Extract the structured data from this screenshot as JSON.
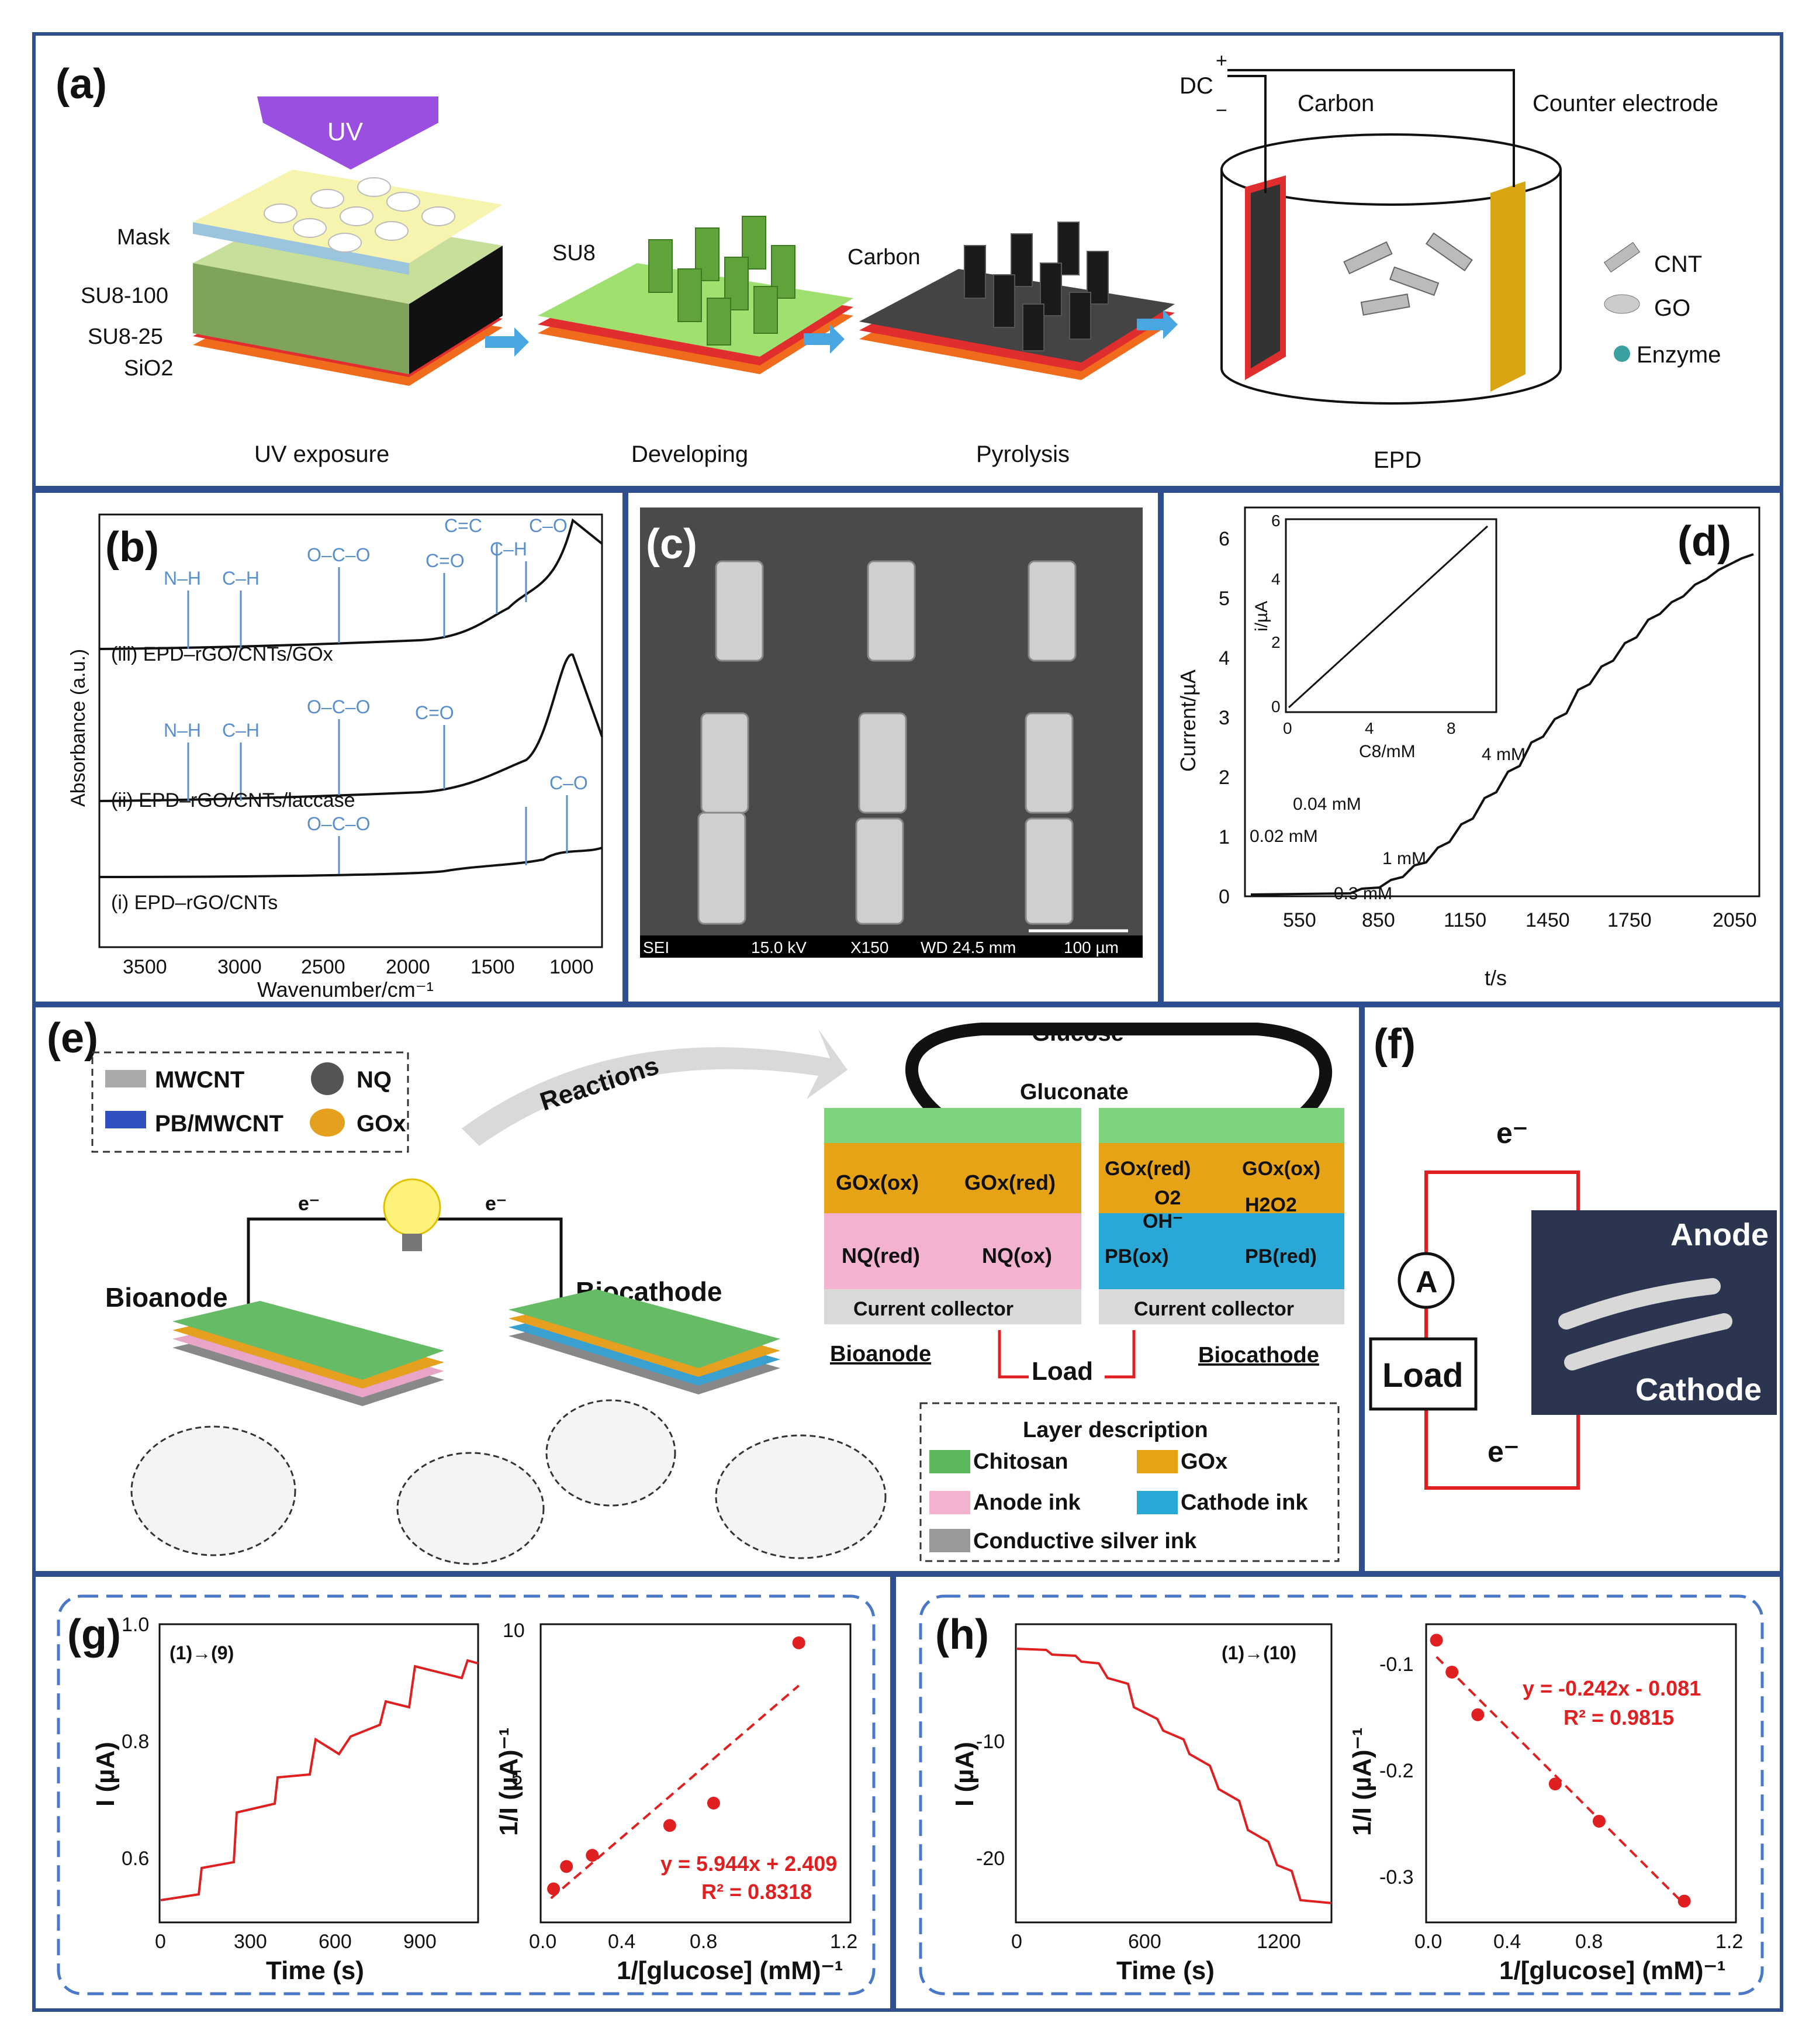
{
  "panels": {
    "a": {
      "label": "(a)",
      "steps": [
        "UV exposure",
        "Developing",
        "Pyrolysis",
        "EPD"
      ],
      "uv": "UV",
      "layers": [
        "Mask",
        "SU8-100",
        "SU8-25",
        "SiO2"
      ],
      "su8": "SU8",
      "carbon": "Carbon",
      "dc": "DC",
      "plus": "+",
      "minus": "−",
      "electrode_carbon": "Carbon",
      "counter": "Counter electrode",
      "legend": [
        "CNT",
        "GO",
        "Enzyme"
      ]
    },
    "b": {
      "label": "(b)",
      "ylabel": "Absorbance (a.u.)",
      "xlabel": "Wavenumber/cm⁻¹",
      "xticks": [
        "3500",
        "3000",
        "2500",
        "2000",
        "1500",
        "1000"
      ],
      "traces": [
        "(iii) EPD–rGO/CNTs/GOx",
        "(ii) EPD–rGO/CNTs/laccase",
        "(i) EPD–rGO/CNTs"
      ],
      "peaks": [
        "N–H",
        "C–H",
        "O–C–O",
        "C=O",
        "C=C",
        "C–H",
        "C–O"
      ]
    },
    "c": {
      "label": "(c)",
      "sem": [
        "SEI",
        "15.0 kV",
        "X150",
        "WD 24.5 mm",
        "100 µm"
      ]
    },
    "d": {
      "label": "(d)",
      "ylabel": "Current/µA",
      "xlabel": "t/s",
      "xticks": [
        "550",
        "850",
        "1150",
        "1450",
        "1750",
        "2050"
      ],
      "yticks": [
        "0",
        "1",
        "2",
        "3",
        "4",
        "5",
        "6"
      ],
      "annotations": [
        "0.02 mM",
        "0.04 mM",
        "0.3 mM",
        "1 mM",
        "4 mM"
      ],
      "inset": {
        "ylabel": "i/µA",
        "xlabel": "C8/mM",
        "xticks": [
          "0",
          "4",
          "8"
        ],
        "yticks": [
          "0",
          "2",
          "4",
          "6"
        ]
      }
    },
    "e": {
      "label": "(e)",
      "legend": [
        "MWCNT",
        "NQ",
        "PB/MWCNT",
        "GOx"
      ],
      "reactions": "Reactions",
      "glucose": "Glucose",
      "gluconate": "Gluconate",
      "electron": "e⁻",
      "bioanode": "Bioanode",
      "biocathode": "Biocathode",
      "anode_layers": [
        "GOx(ox)",
        "GOx(red)",
        "NQ(red)",
        "NQ(ox)"
      ],
      "cathode_layers": [
        "GOx(red)",
        "GOx(ox)",
        "O2",
        "H2O2",
        "OH⁻",
        "PB(ox)",
        "PB(red)"
      ],
      "current_collector": "Current collector",
      "load": "Load",
      "layer_title": "Layer description",
      "layer_items": [
        "Chitosan",
        "GOx",
        "Anode ink",
        "Cathode ink",
        "Conductive silver ink"
      ]
    },
    "f": {
      "label": "(f)",
      "electron": "e⁻",
      "ammeter": "A",
      "load": "Load",
      "anode": "Anode",
      "cathode": "Cathode"
    },
    "g": {
      "label": "(g)",
      "range": "(1)→(9)",
      "left_ylabel": "I (µA)",
      "left_xlabel": "Time (s)",
      "left_xticks": [
        "0",
        "300",
        "600",
        "900"
      ],
      "left_yticks": [
        "0.6",
        "0.8",
        "1.0"
      ],
      "right_ylabel": "1/I (µA)⁻¹",
      "right_xlabel": "1/[glucose] (mM)⁻¹",
      "right_xticks": [
        "0.0",
        "0.4",
        "0.8",
        "1.2"
      ],
      "right_yticks": [
        "5",
        "10"
      ],
      "equation": "y = 5.944x + 2.409",
      "r2": "R² = 0.8318"
    },
    "h": {
      "label": "(h)",
      "range": "(1)→(10)",
      "left_ylabel": "I (µA)",
      "left_xlabel": "Time (s)",
      "left_xticks": [
        "0",
        "600",
        "1200"
      ],
      "left_yticks": [
        "-10",
        "-20"
      ],
      "right_ylabel": "1/I (µA)⁻¹",
      "right_xlabel": "1/[glucose] (mM)⁻¹",
      "right_xticks": [
        "0.0",
        "0.4",
        "0.8",
        "1.2"
      ],
      "right_yticks": [
        "-0.1",
        "-0.2",
        "-0.3"
      ],
      "equation": "y = -0.242x - 0.081",
      "r2": "R² = 0.9815"
    }
  },
  "colors": {
    "frame": "#2f4e8f",
    "trace_red": "#e02020",
    "peak_blue": "#5b8fc9"
  },
  "chart_data": [
    {
      "type": "scatter",
      "x": [
        0.05,
        0.1,
        0.2,
        0.5,
        0.67,
        1.0
      ],
      "y": [
        2.9,
        3.5,
        3.8,
        4.6,
        5.2,
        9.5
      ],
      "xlim": [
        0,
        1.2
      ],
      "ylim": [
        2,
        10
      ],
      "fit": {
        "slope": 5.944,
        "intercept": 2.409
      }
    },
    {
      "type": "scatter",
      "x": [
        0.04,
        0.1,
        0.2,
        0.5,
        0.67,
        1.0
      ],
      "y": [
        -0.075,
        -0.105,
        -0.145,
        -0.21,
        -0.245,
        -0.32
      ],
      "xlim": [
        0,
        1.2
      ],
      "ylim": [
        -0.34,
        -0.06
      ],
      "fit": {
        "slope": -0.242,
        "intercept": -0.081
      }
    }
  ]
}
